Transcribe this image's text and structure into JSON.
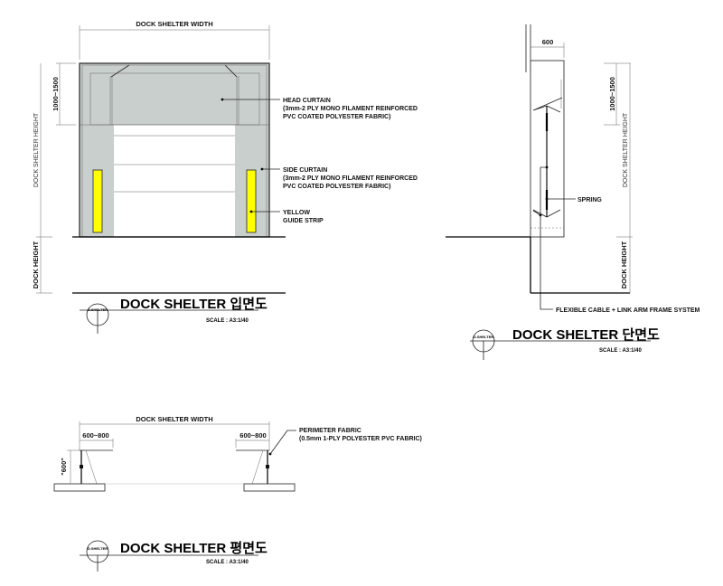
{
  "elevation": {
    "width_label": "DOCK SHELTER WIDTH",
    "range_label": "1000~1500",
    "height_label": "DOCK SHELTER HEIGHT",
    "dock_height_label": "DOCK HEIGHT",
    "head_curtain": [
      "HEAD CURTAIN",
      "(3mm-2 PLY MONO FILAMENT REINFORCED",
      "PVC COATED POLYESTER FABRIC)"
    ],
    "side_curtain": [
      "SIDE CURTAIN",
      "(3mm-2 PLY MONO FILAMENT REINFORCED",
      "PVC COATED POLYESTER FABRIC)"
    ],
    "guide_strip": [
      "YELLOW",
      "GUIDE STRIP"
    ],
    "title": "DOCK SHELTER 입면도",
    "tag": "D.SHELTER",
    "scale": "SCALE : A3:1/40"
  },
  "section": {
    "depth_label": "600",
    "range_label": "1000~1500",
    "height_label": "DOCK SHELTER HEIGHT",
    "dock_height_label": "DOCK HEIGHT",
    "spring_label": "SPRING",
    "frame_label": "FLEXIBLE CABLE + LINK ARM FRAME SYSTEM",
    "title": "DOCK SHELTER 단면도",
    "tag": "D.SHELTER",
    "scale": "SCALE : A3:1/40"
  },
  "plan": {
    "width_label": "DOCK SHELTER WIDTH",
    "left_range": "600~800",
    "right_range": "600~800",
    "depth_label": "\"600\"",
    "fabric": [
      "PERIMETER FABRIC",
      "(0.5mm 1-PLY POLYESTER PVC FABRIC)"
    ],
    "title": "DOCK SHELTER 평면도",
    "tag": "D.SHELTER",
    "scale": "SCALE : A3:1/40"
  },
  "colors": {
    "curtain": "#c9cfcd",
    "yellow": "#ffff00"
  }
}
